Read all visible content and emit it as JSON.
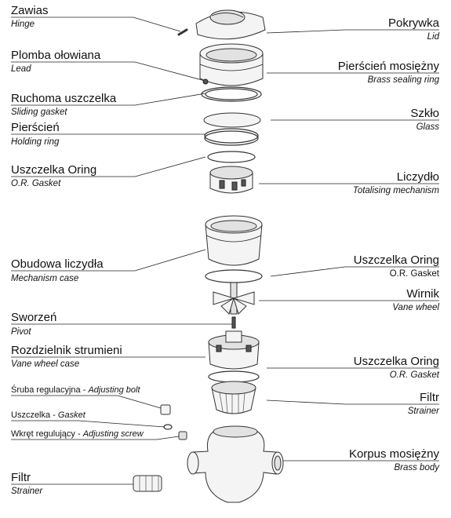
{
  "left_labels": [
    {
      "pl": "Zawias",
      "en": "Hinge"
    },
    {
      "pl": "Plomba ołowiana",
      "en": "Lead"
    },
    {
      "pl": "Ruchoma uszczelka",
      "en": "Sliding gasket"
    },
    {
      "pl": "Pierścień",
      "en": "Holding ring"
    },
    {
      "pl": "Uszczelka Oring",
      "en": "O.R. Gasket"
    },
    {
      "pl": "Obudowa liczydła",
      "en": "Mechanism case"
    },
    {
      "pl": "Sworzeń",
      "en": "Pivot"
    },
    {
      "pl": "Rozdzielnik strumieni",
      "en": "Vane wheel case"
    },
    {
      "pl": "Filtr",
      "en": "Strainer"
    }
  ],
  "small_labels": [
    {
      "pl": "Śruba regulacyjna",
      "sep": " - ",
      "en": "Adjusting bolt"
    },
    {
      "pl": "Uszczelka",
      "sep": " - ",
      "en": "Gasket"
    },
    {
      "pl": "Wkręt regulujący",
      "sep": " - ",
      "en": "Adjusting screw"
    }
  ],
  "right_labels": [
    {
      "pl": "Pokrywka",
      "en": "Lid"
    },
    {
      "pl": "Pierścień mosiężny",
      "en": "Brass sealing ring"
    },
    {
      "pl": "Szkło",
      "en": "Glass"
    },
    {
      "pl": "Liczydło",
      "en": "Totalising mechanism"
    },
    {
      "pl": "Uszczelka Oring",
      "en": "O.R. Gasket"
    },
    {
      "pl": "Wirnik",
      "en": "Vane wheel"
    },
    {
      "pl": "Uszczelka Oring",
      "en": "O.R. Gasket"
    },
    {
      "pl": "Filtr",
      "en": "Strainer"
    },
    {
      "pl": "Korpus mosiężny",
      "en": "Brass body"
    }
  ]
}
